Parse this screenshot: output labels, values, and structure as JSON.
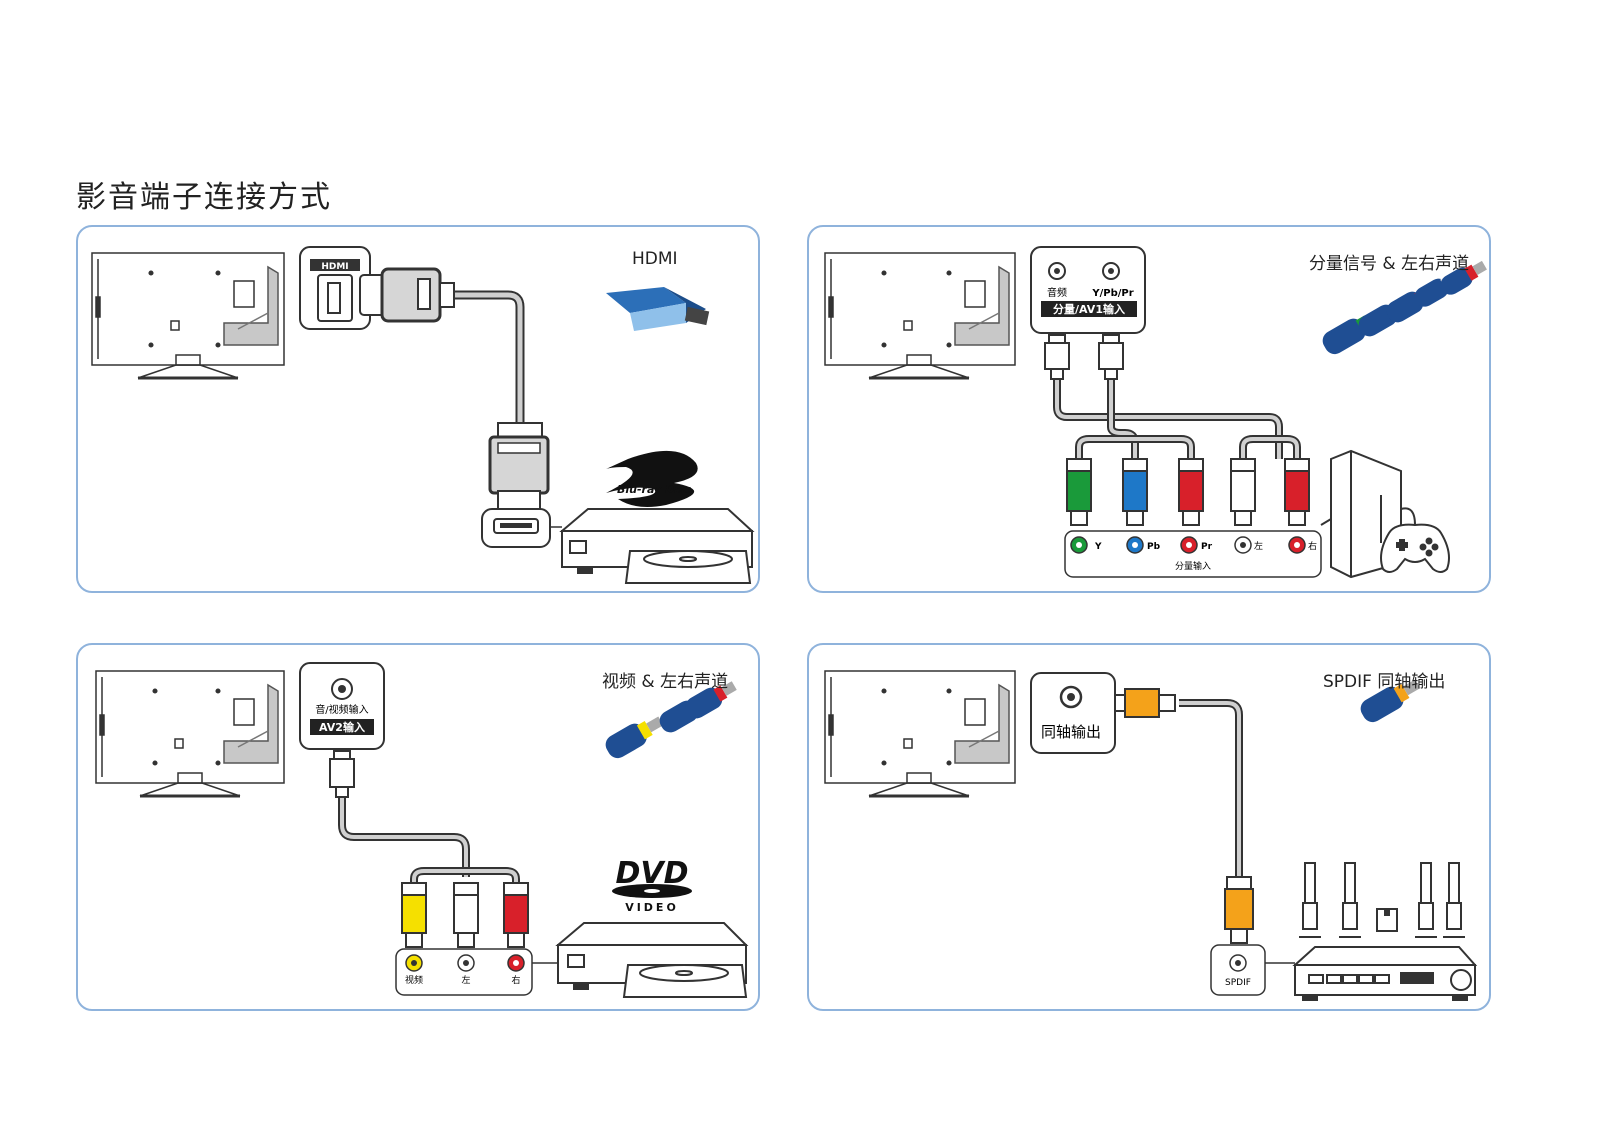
{
  "page": {
    "title": "影音端子连接方式"
  },
  "panels": {
    "hdmi": {
      "title": "HDMI",
      "port_label": "HDMI",
      "logo_text": "Blu-ray Disc"
    },
    "component": {
      "title": "分量信号 & 左右声道",
      "port_audio": "音频",
      "port_ypbpr": "Y/Pb/Pr",
      "port_band": "分量/AV1输入",
      "jack_y": "Y",
      "jack_pb": "Pb",
      "jack_pr": "Pr",
      "jack_l": "左",
      "jack_r": "右",
      "jack_group": "分量输入"
    },
    "av": {
      "title": "视频 & 左右声道",
      "port_label": "音/视频输入",
      "port_band": "AV2输入",
      "logo_main": "DVD",
      "logo_sub": "VIDEO",
      "jack_video": "视频",
      "jack_l": "左",
      "jack_r": "右"
    },
    "spdif": {
      "title": "SPDIF 同轴输出",
      "port_label": "同轴输出",
      "jack_label": "SPDIF"
    }
  },
  "colors": {
    "panel_border": "#8fb3dc",
    "tv_panel": "#c8c8c8",
    "cable": "#bdbdbd",
    "y": "#1a9a3a",
    "pb": "#1e78c8",
    "pr": "#d8202a",
    "white": "#ffffff",
    "yellow": "#f5e000",
    "orange": "#f4a21a",
    "connector_blue": "#1f4e93"
  }
}
